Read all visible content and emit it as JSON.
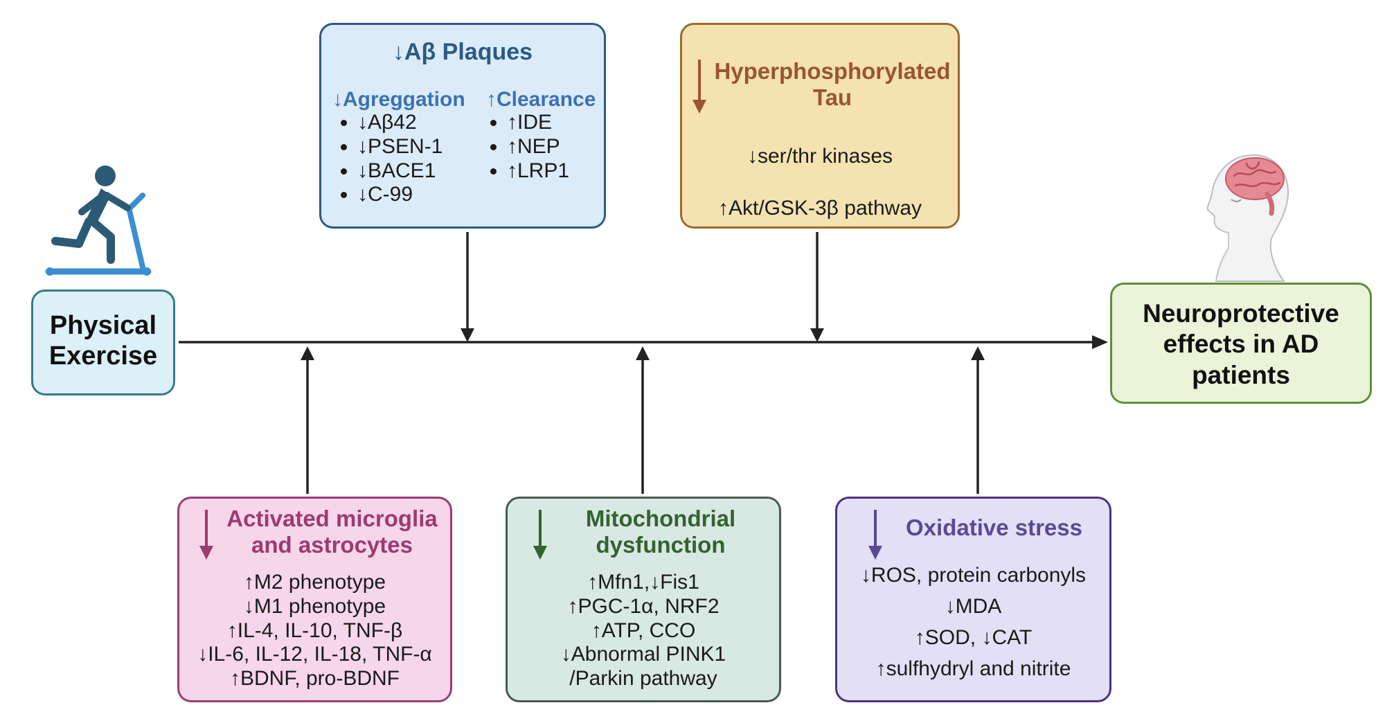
{
  "exercise": {
    "title_line1": "Physical",
    "title_line2": "Exercise"
  },
  "outcome": {
    "line1": "Neuroprotective",
    "line2": "effects in AD",
    "line3": "patients"
  },
  "abeta": {
    "title": "↓Aβ Plaques",
    "aggregation": {
      "heading": "↓Agreggation",
      "items": [
        "↓Aβ42",
        "↓PSEN-1",
        "↓BACE1",
        "↓C-99"
      ]
    },
    "clearance": {
      "heading": "↑Clearance",
      "items": [
        "↑IDE",
        "↑NEP",
        "↑LRP1"
      ]
    }
  },
  "tau": {
    "title_line1": "Hyperphosphorylated",
    "title_line2": "Tau",
    "lines": [
      "↓ser/thr kinases",
      "↑Akt/GSK-3β pathway"
    ]
  },
  "microglia": {
    "title_line1": "Activated microglia",
    "title_line2": "and astrocytes",
    "lines": [
      "↑M2 phenotype",
      "↓M1 phenotype",
      "↑IL-4, IL-10, TNF-β",
      "↓IL-6, IL-12, IL-18, TNF-α",
      "↑BDNF, pro-BDNF"
    ]
  },
  "mito": {
    "title_line1": "Mitochondrial",
    "title_line2": "dysfunction",
    "lines": [
      "↑Mfn1,↓Fis1",
      "↑PGC-1α, NRF2",
      "↑ATP, CCO",
      "↓Abnormal PINK1",
      "/Parkin pathway"
    ]
  },
  "oxidative": {
    "title": "Oxidative stress",
    "lines": [
      "↓ROS, protein carbonyls",
      "↓MDA",
      "↑SOD, ↓CAT",
      "↑sulfhydryl and nitrite"
    ]
  },
  "colors": {
    "axis": "#222222",
    "abeta_accent": "#2b5a86",
    "tau_accent": "#9a5434",
    "micro_accent": "#9e3a71",
    "mito_accent": "#33632f",
    "oxi_accent": "#5a4a94",
    "treadmill": "#3b8fd0",
    "runner": "#2c5a75"
  },
  "icons": [
    "runner-on-treadmill-icon",
    "human-head-brain-icon"
  ]
}
